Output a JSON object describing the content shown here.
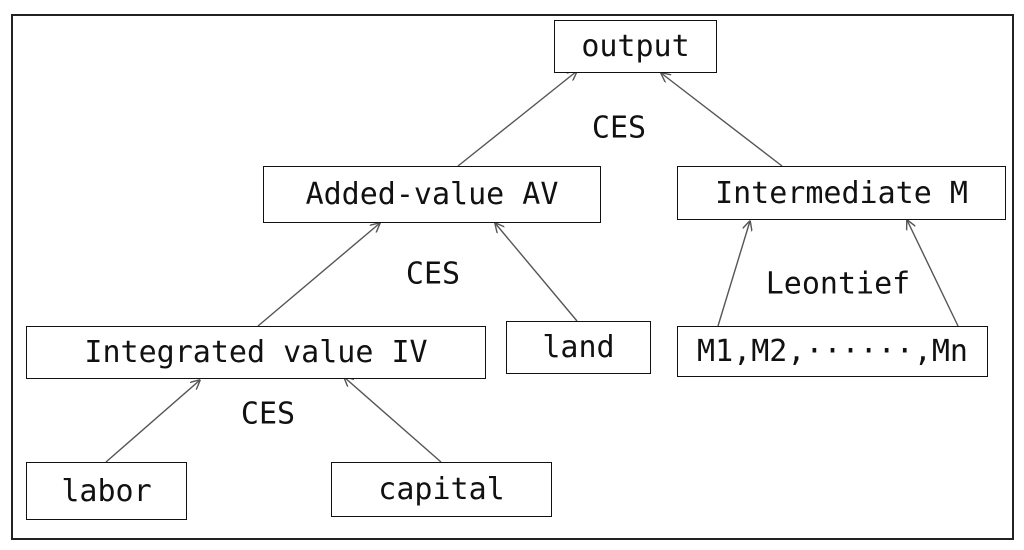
{
  "nodes": {
    "output": "output",
    "added_value": "Added-value AV",
    "intermediate": "Intermediate M",
    "integrated_value": "Integrated value IV",
    "land": "land",
    "inputs_m": "M1,M2,······,Mn",
    "labor": "labor",
    "capital": "capital"
  },
  "functions": {
    "top": "CES",
    "middle": "CES",
    "bottom": "CES",
    "intermediate": "Leontief"
  },
  "colors": {
    "line": "#555555",
    "text": "#111111"
  }
}
